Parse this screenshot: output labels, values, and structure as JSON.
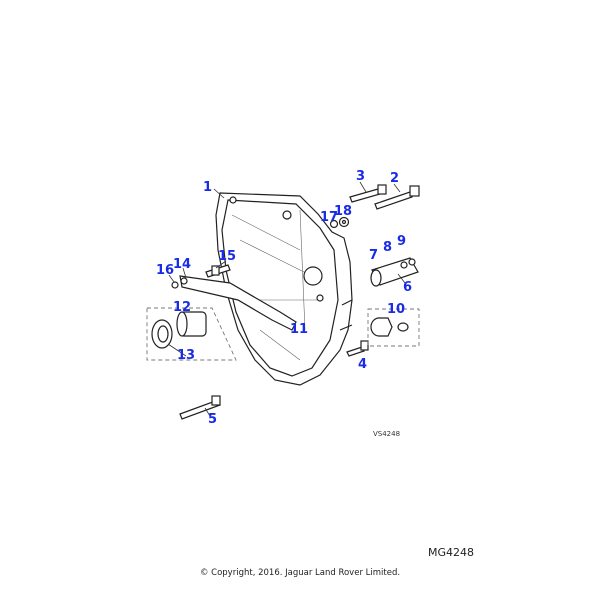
{
  "diagram": {
    "callouts": [
      "1",
      "2",
      "3",
      "4",
      "5",
      "6",
      "7",
      "8",
      "9",
      "10",
      "11",
      "12",
      "13",
      "14",
      "15",
      "16",
      "17",
      "18"
    ],
    "illustration_ref": "VS4248",
    "figure_code": "MG4248",
    "copyright": "© Copyright, 2016. Jaguar Land Rover Limited.",
    "callout_color": "#1a2be8"
  }
}
